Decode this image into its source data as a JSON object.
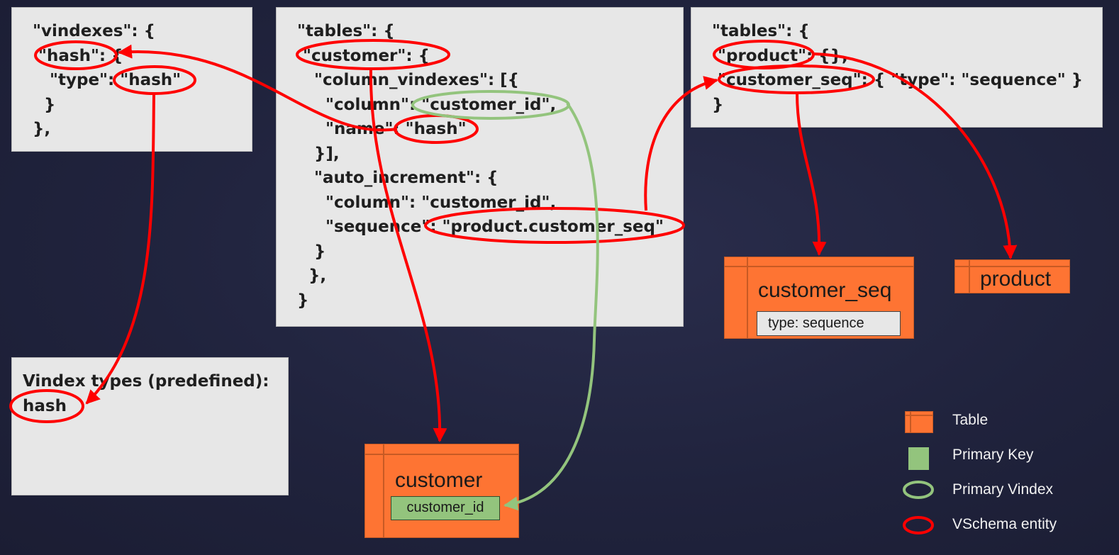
{
  "panels": {
    "vindexes_code": [
      "\"vindexes\": {",
      " \"hash\": {",
      "   \"type\": \"hash\"",
      "  }",
      "},"
    ],
    "tables_code": [
      "\"tables\": {",
      " \"customer\": {",
      "   \"column_vindexes\": [{",
      "     \"column\": \"customer_id\",",
      "     \"name\": \"hash\"",
      "   }],",
      "   \"auto_increment\": {",
      "     \"column\": \"customer_id\",",
      "     \"sequence\": \"product.customer_seq\"",
      "   }",
      "  },",
      "}"
    ],
    "product_code": [
      "\"tables\": {",
      " \"product\": {},",
      " \"customer_seq\": { \"type\": \"sequence\" }",
      "}"
    ],
    "vindex_types": {
      "title": "Vindex types (predefined):",
      "value": "hash"
    }
  },
  "tables": {
    "customer": {
      "name": "customer",
      "primary_key": "customer_id"
    },
    "customer_seq": {
      "name": "customer_seq",
      "type_label": "type: sequence"
    },
    "product": {
      "name": "product"
    }
  },
  "legend": {
    "table": "Table",
    "primary_key": "Primary Key",
    "primary_vindex": "Primary Vindex",
    "vschema_entity": "VSchema entity"
  },
  "colors": {
    "background": "#20233d",
    "panel": "#e7e7e7",
    "table": "#fe7433",
    "primary_key": "#93c47d",
    "primary_vindex_outline": "#93c47d",
    "vschema_outline": "#ff0000"
  }
}
